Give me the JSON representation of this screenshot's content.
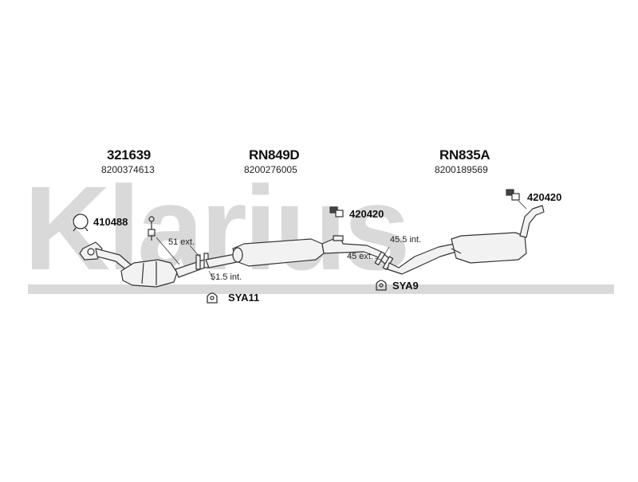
{
  "watermark": {
    "brand": "Klarius"
  },
  "components": [
    {
      "part": "321639",
      "oe_ref": "8200374613"
    },
    {
      "part": "RN849D",
      "oe_ref": "8200276005"
    },
    {
      "part": "RN835A",
      "oe_ref": "8200189569"
    }
  ],
  "fittings": {
    "gasket": "410488",
    "mount_front": "420420",
    "mount_rear": "420420",
    "clamp_front": "SYA11",
    "clamp_rear": "SYA9"
  },
  "dimensions": {
    "front_ext": "51 ext.",
    "front_int": "51.5 int.",
    "rear_int": "45.5 int.",
    "rear_ext": "45 ext."
  },
  "colors": {
    "watermark": "#d9d9d9",
    "part_fill": "#f2f2f2",
    "stroke": "#333333"
  }
}
